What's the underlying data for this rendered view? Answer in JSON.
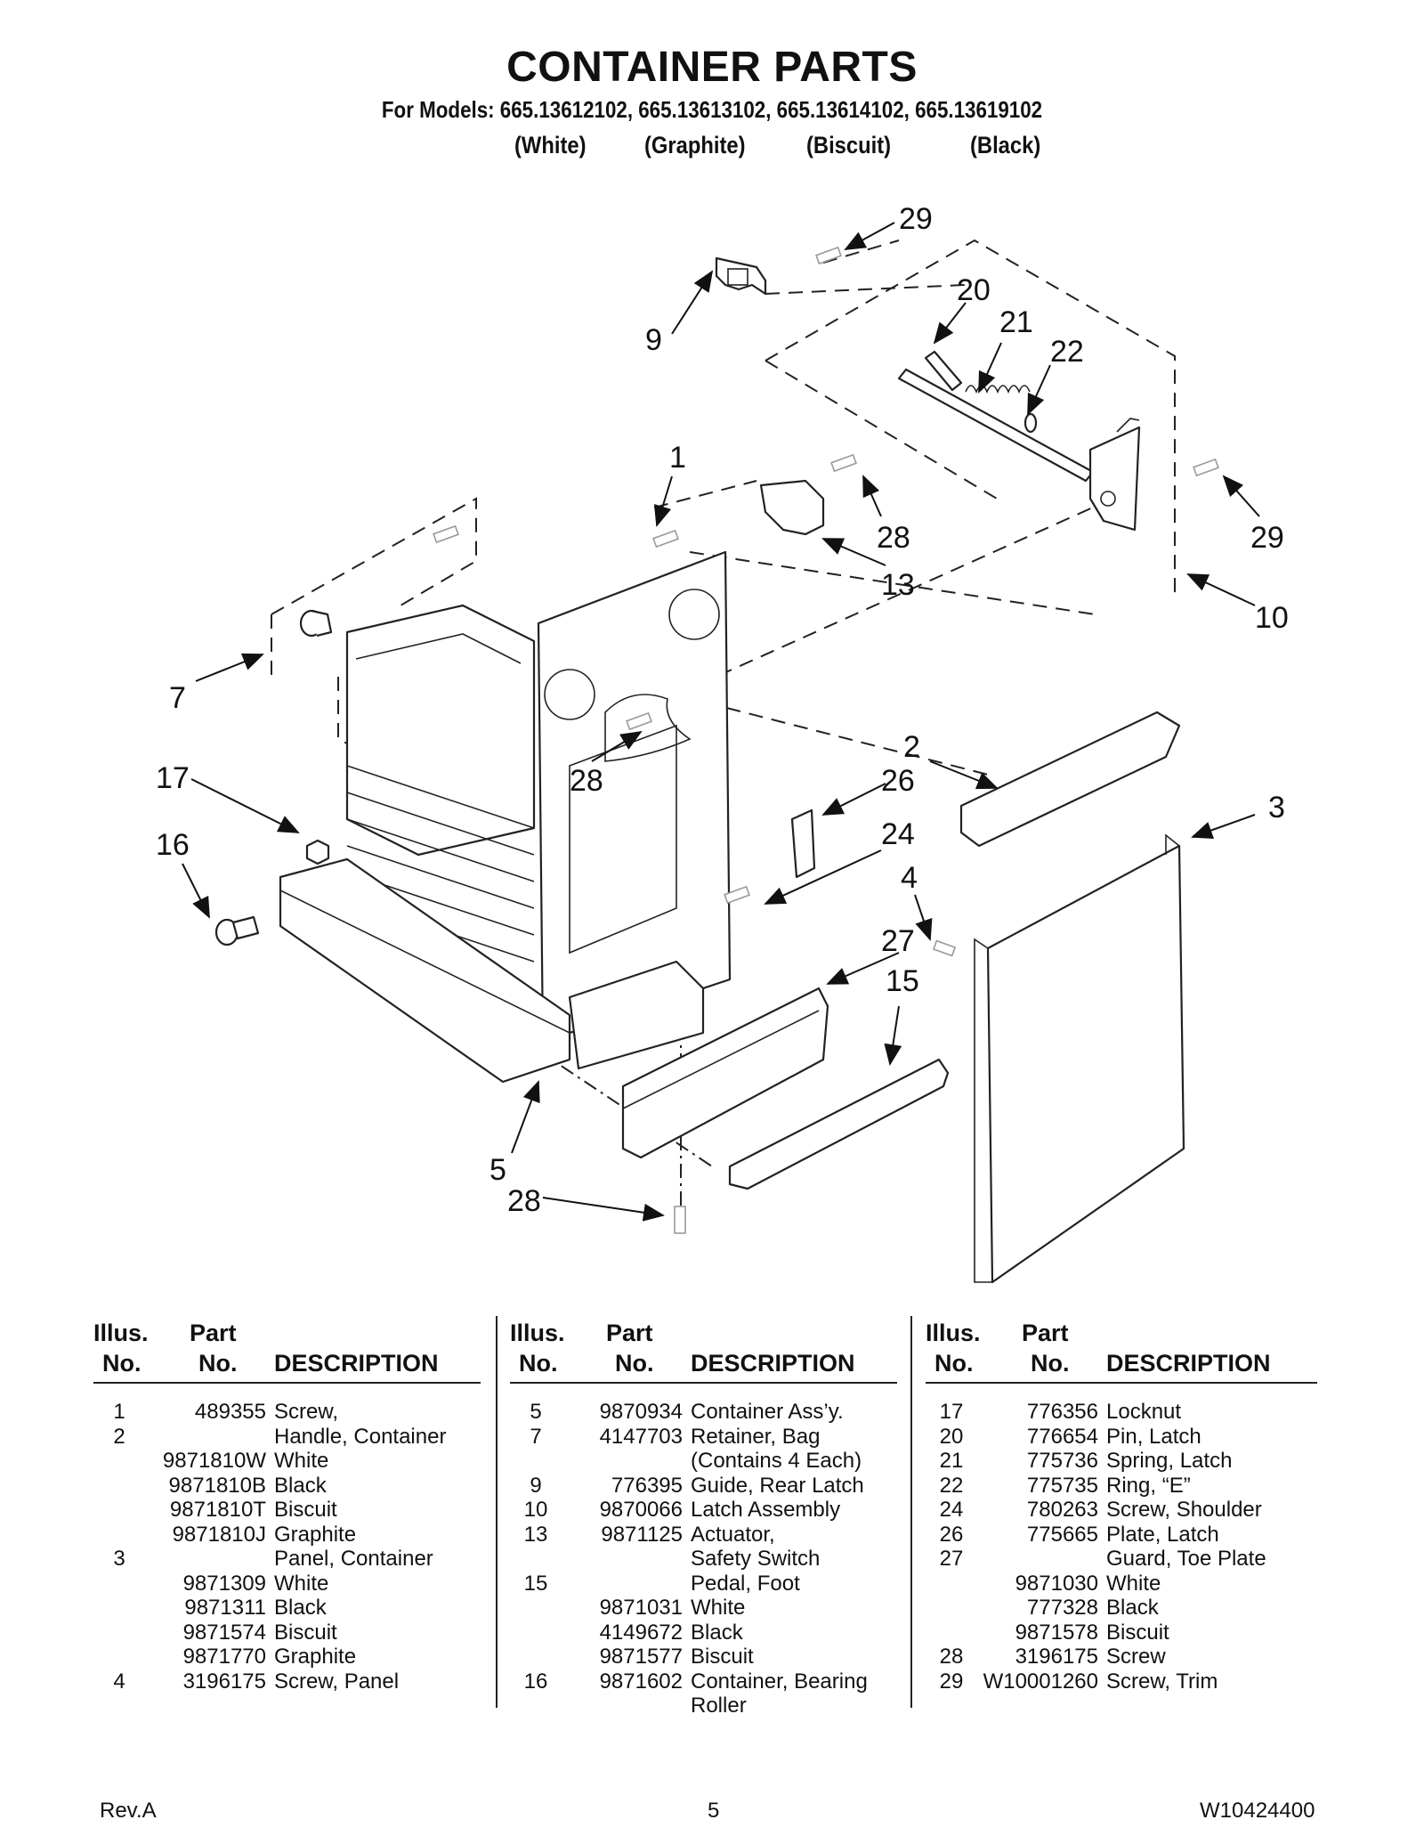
{
  "page": {
    "title": "CONTAINER PARTS",
    "models_line": "For Models: 665.13612102, 665.13613102, 665.13614102, 665.13619102",
    "colors": [
      "(White)",
      "(Graphite)",
      "(Biscuit)",
      "(Black)"
    ]
  },
  "diagram": {
    "callouts": [
      "29",
      "9",
      "20",
      "21",
      "22",
      "1",
      "28",
      "13",
      "29",
      "10",
      "7",
      "28",
      "2",
      "26",
      "3",
      "17",
      "16",
      "24",
      "4",
      "27",
      "15",
      "5",
      "28"
    ]
  },
  "table": {
    "headers": {
      "illus_top": "Illus.",
      "illus_bottom": "No.",
      "part_top": "Part",
      "part_bottom": "No.",
      "description": "DESCRIPTION"
    },
    "columns": [
      [
        {
          "illus": "1",
          "part": "489355",
          "desc": "Screw,"
        },
        {
          "illus": "2",
          "part": "",
          "desc": "Handle, Container"
        },
        {
          "illus": "",
          "part": "9871810W",
          "desc": "White"
        },
        {
          "illus": "",
          "part": "9871810B",
          "desc": "Black"
        },
        {
          "illus": "",
          "part": "9871810T",
          "desc": "Biscuit"
        },
        {
          "illus": "",
          "part": "9871810J",
          "desc": "Graphite"
        },
        {
          "illus": "3",
          "part": "",
          "desc": "Panel, Container"
        },
        {
          "illus": "",
          "part": "9871309",
          "desc": "White"
        },
        {
          "illus": "",
          "part": "9871311",
          "desc": "Black"
        },
        {
          "illus": "",
          "part": "9871574",
          "desc": "Biscuit"
        },
        {
          "illus": "",
          "part": "9871770",
          "desc": "Graphite"
        },
        {
          "illus": "4",
          "part": "3196175",
          "desc": "Screw, Panel"
        }
      ],
      [
        {
          "illus": "5",
          "part": "9870934",
          "desc": "Container Ass’y."
        },
        {
          "illus": "7",
          "part": "4147703",
          "desc": "Retainer, Bag"
        },
        {
          "illus": "",
          "part": "",
          "desc": "(Contains 4 Each)"
        },
        {
          "illus": "9",
          "part": "776395",
          "desc": "Guide, Rear Latch"
        },
        {
          "illus": "10",
          "part": "9870066",
          "desc": "Latch Assembly"
        },
        {
          "illus": "13",
          "part": "9871125",
          "desc": "Actuator,"
        },
        {
          "illus": "",
          "part": "",
          "desc": "Safety Switch"
        },
        {
          "illus": "15",
          "part": "",
          "desc": "Pedal, Foot"
        },
        {
          "illus": "",
          "part": "9871031",
          "desc": "White"
        },
        {
          "illus": "",
          "part": "4149672",
          "desc": "Black"
        },
        {
          "illus": "",
          "part": "9871577",
          "desc": "Biscuit"
        },
        {
          "illus": "16",
          "part": "9871602",
          "desc": "Container, Bearing"
        },
        {
          "illus": "",
          "part": "",
          "desc": "Roller"
        }
      ],
      [
        {
          "illus": "17",
          "part": "776356",
          "desc": "Locknut"
        },
        {
          "illus": "20",
          "part": "776654",
          "desc": "Pin, Latch"
        },
        {
          "illus": "21",
          "part": "775736",
          "desc": "Spring, Latch"
        },
        {
          "illus": "22",
          "part": "775735",
          "desc": "Ring, “E”"
        },
        {
          "illus": "24",
          "part": "780263",
          "desc": "Screw, Shoulder"
        },
        {
          "illus": "26",
          "part": "775665",
          "desc": "Plate, Latch"
        },
        {
          "illus": "27",
          "part": "",
          "desc": "Guard, Toe Plate"
        },
        {
          "illus": "",
          "part": "9871030",
          "desc": "White"
        },
        {
          "illus": "",
          "part": "777328",
          "desc": "Black"
        },
        {
          "illus": "",
          "part": "9871578",
          "desc": "Biscuit"
        },
        {
          "illus": "28",
          "part": "3196175",
          "desc": "Screw"
        },
        {
          "illus": "29",
          "part": "W10001260",
          "desc": "Screw, Trim"
        }
      ]
    ]
  },
  "footer": {
    "revision": "Rev.A",
    "page_number": "5",
    "doc_number": "W10424400"
  }
}
